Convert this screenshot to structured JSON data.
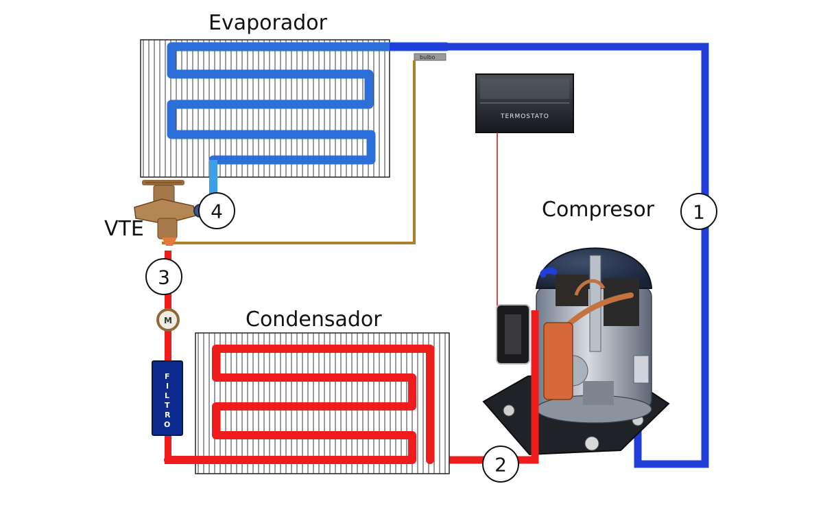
{
  "labels": {
    "evaporator": "Evaporador",
    "condenser": "Condensador",
    "compressor": "Compresor",
    "valve": "VTE"
  },
  "points": [
    "1",
    "2",
    "3",
    "4"
  ],
  "thermostat_text": "TERMOSTATO",
  "filter_text": [
    "F",
    "I",
    "L",
    "T",
    "R",
    "O"
  ],
  "sightglass_text": "M",
  "bulb_text": "bulbo",
  "colors": {
    "suction": "#1f3fd8",
    "evaporator_coil": "#2d6fd9",
    "evaporator_outlet": "#3aa0e8",
    "discharge": "#ee1c1c",
    "liquid_line": "#ee1c1c",
    "capillary": "#a9822b",
    "thermostat_wire": "#c81e1e",
    "filter": "#0d2a8f"
  }
}
